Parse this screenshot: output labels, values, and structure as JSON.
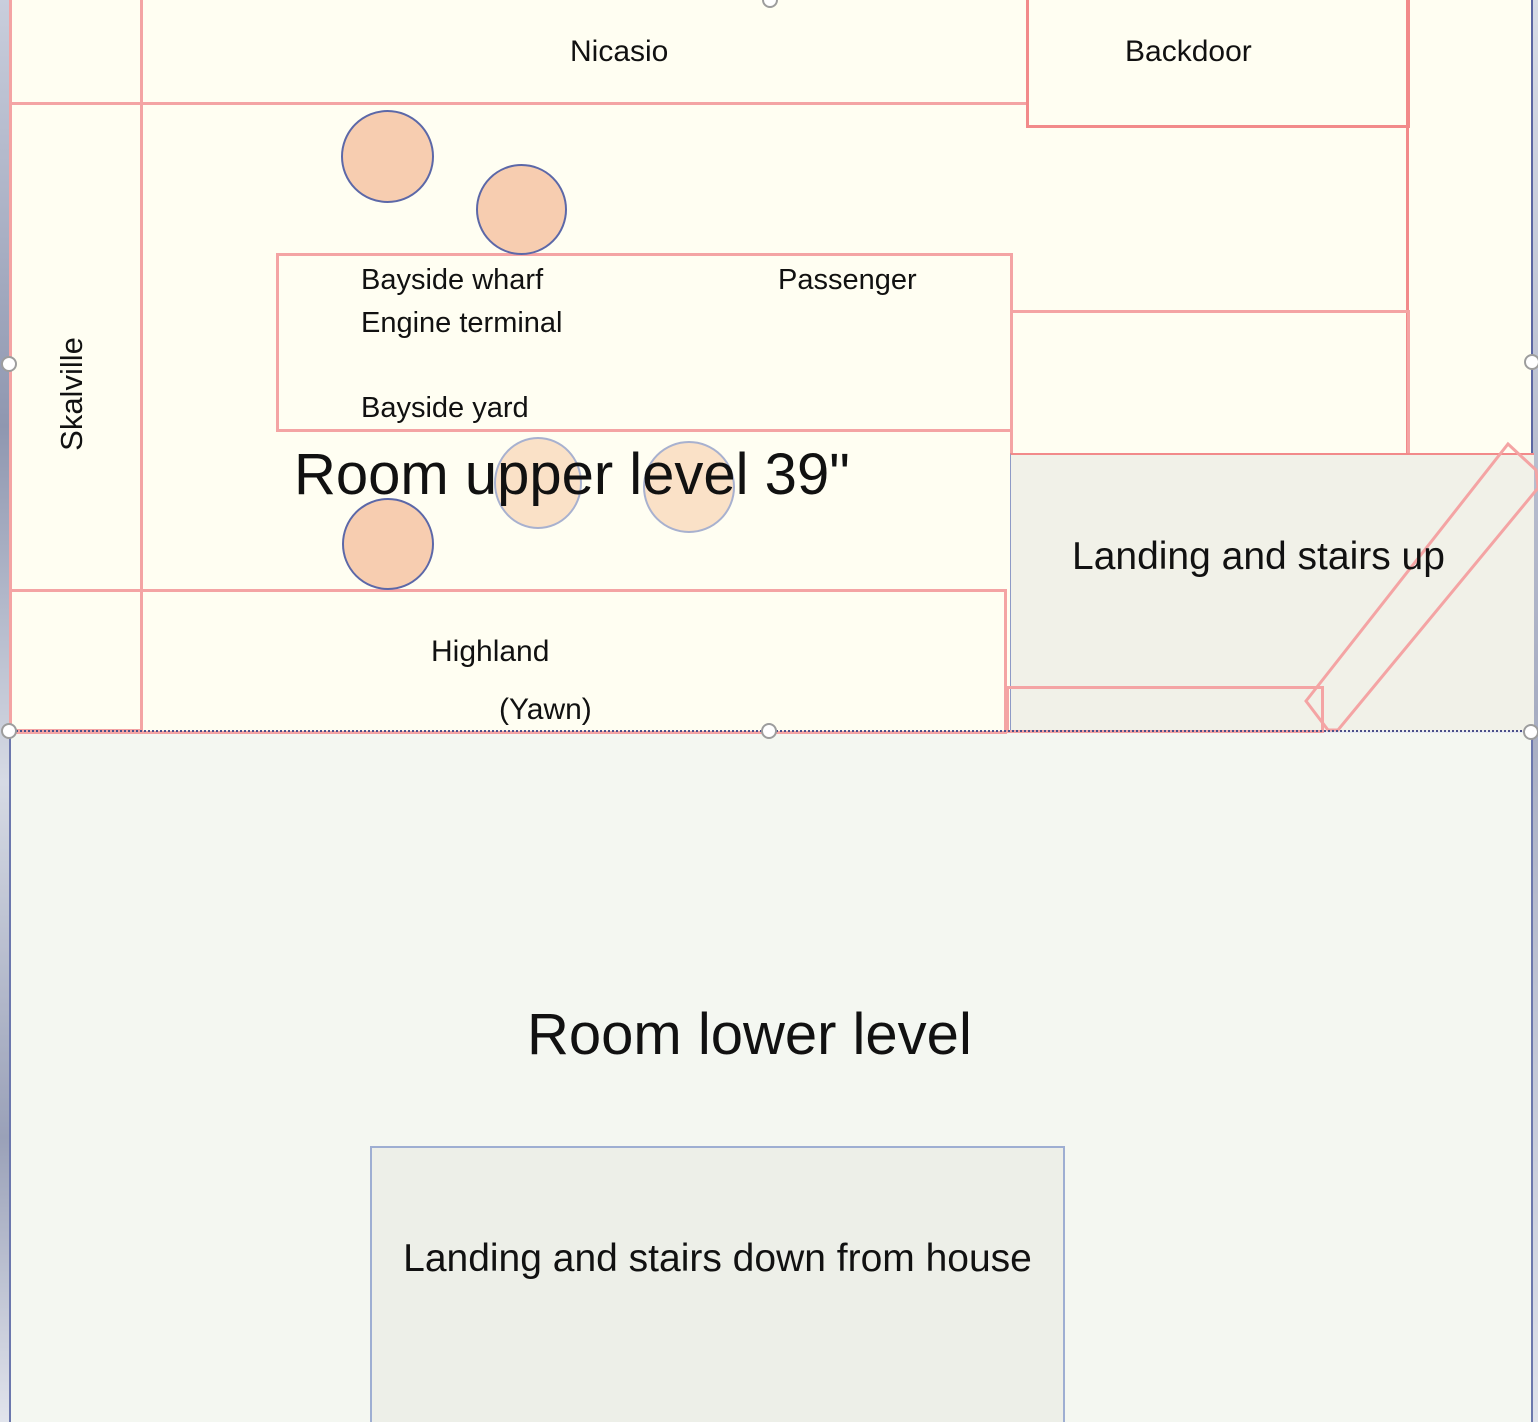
{
  "diagram": {
    "upper_room_label": "Room upper level 39\"",
    "lower_room_label": "Room lower level",
    "modules": {
      "nicasio": "Nicasio",
      "backdoor": "Backdoor",
      "skalville": "Skalville",
      "bayside_wharf": "Bayside wharf",
      "engine_terminal": "Engine terminal",
      "bayside_yard": "Bayside yard",
      "passenger": "Passenger",
      "highland": "Highland",
      "yawn": "(Yawn)"
    },
    "landing_up": "Landing and stairs up",
    "landing_down": "Landing and stairs down from house",
    "colors": {
      "upper_fill": "#fffef2",
      "lower_fill": "#f4f7f1",
      "module_outline": "#f4a4a4",
      "post_fill": "#f7cdb0",
      "post_outline": "#5c68a8"
    }
  }
}
